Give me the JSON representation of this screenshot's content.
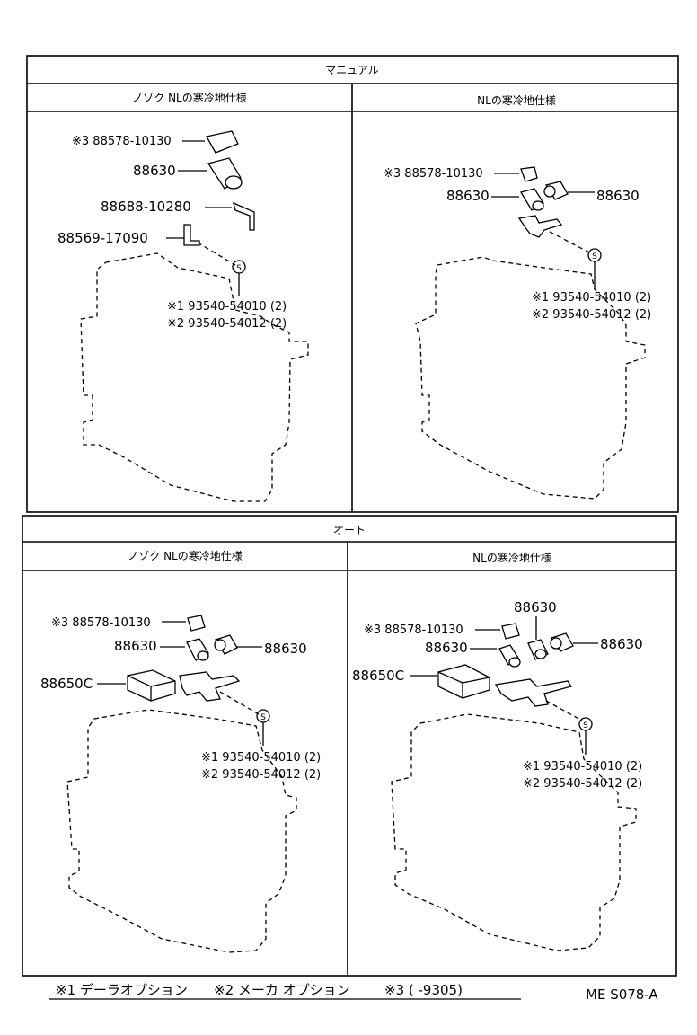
{
  "headers": {
    "manual": "マニュアル",
    "auto": "オート",
    "left_sub": "ノゾク NLの寒冷地仕様",
    "right_sub": "NLの寒冷地仕様"
  },
  "panels": {
    "manual_left": {
      "p3": "※3 88578-10130",
      "p88630": "88630",
      "p88688": "88688-10280",
      "p88569": "88569-17090",
      "bolt1": "※1 93540-54010 (2)",
      "bolt2": "※2 93540-54012 (2)",
      "s": "S"
    },
    "manual_right": {
      "p3": "※3 88578-10130",
      "p88630a": "88630",
      "p88630b": "88630",
      "bolt1": "※1 93540-54010 (2)",
      "bolt2": "※2 93540-54012 (2)",
      "s": "S"
    },
    "auto_left": {
      "p3": "※3 88578-10130",
      "p88630a": "88630",
      "p88630b": "88630",
      "p88650": "88650C",
      "bolt1": "※1 93540-54010 (2)",
      "bolt2": "※2 93540-54012 (2)",
      "s": "S"
    },
    "auto_right": {
      "p88630top": "88630",
      "p3": "※3 88578-10130",
      "p88630a": "88630",
      "p88630b": "88630",
      "p88650": "88650C",
      "bolt1": "※1 93540-54010 (2)",
      "bolt2": "※2 93540-54012 (2)",
      "s": "S"
    }
  },
  "footer": {
    "note1": "※1 デーラオプション",
    "note2": "※2 メーカ オプション",
    "note3": "※3 (      -9305)",
    "code": "ME S078-A"
  }
}
